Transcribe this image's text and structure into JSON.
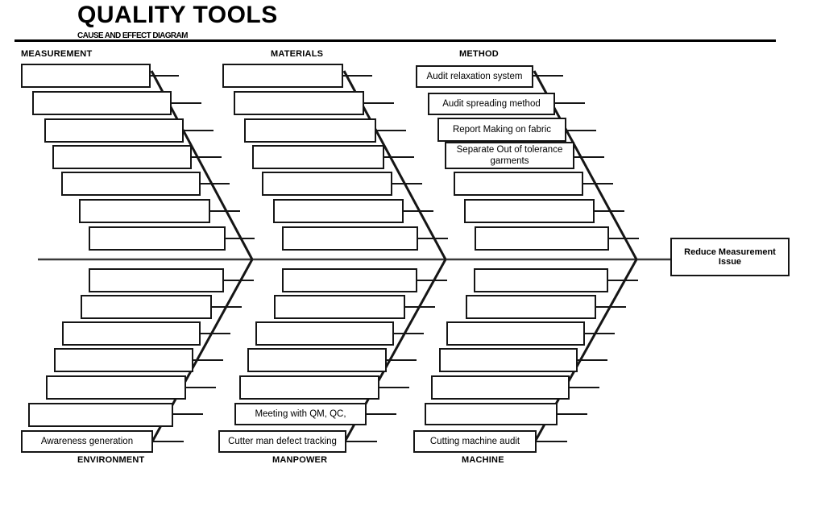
{
  "header": {
    "title": "QUALITY TOOLS",
    "subtitle": "CAUSE AND EFFECT DIAGRAM"
  },
  "effect": {
    "label": "Reduce Measurement Issue"
  },
  "colors": {
    "line": "#151515",
    "spine": "#3a3a3a",
    "background": "#ffffff",
    "text": "#000000"
  },
  "categories": [
    {
      "id": "measurement",
      "label": "MEASUREMENT",
      "position": "top",
      "causes": [
        "",
        "",
        "",
        "",
        "",
        "",
        ""
      ]
    },
    {
      "id": "materials",
      "label": "MATERIALS",
      "position": "top",
      "causes": [
        "",
        "",
        "",
        "",
        "",
        "",
        ""
      ]
    },
    {
      "id": "method",
      "label": "METHOD",
      "position": "top",
      "causes": [
        "Audit relaxation system",
        "Audit spreading method",
        "Report Making on fabric",
        "Separate Out of tolerance garments",
        "",
        "",
        ""
      ]
    },
    {
      "id": "environment",
      "label": "ENVIRONMENT",
      "position": "bottom",
      "causes": [
        "",
        "",
        "",
        "",
        "",
        "",
        "Awareness generation"
      ]
    },
    {
      "id": "manpower",
      "label": "MANPOWER",
      "position": "bottom",
      "causes": [
        "",
        "",
        "",
        "",
        "",
        "Meeting with QM, QC,",
        "Cutter man defect tracking"
      ]
    },
    {
      "id": "machine",
      "label": "MACHINE",
      "position": "bottom",
      "causes": [
        "",
        "",
        "",
        "",
        "",
        "",
        "Cutting machine audit"
      ]
    }
  ]
}
